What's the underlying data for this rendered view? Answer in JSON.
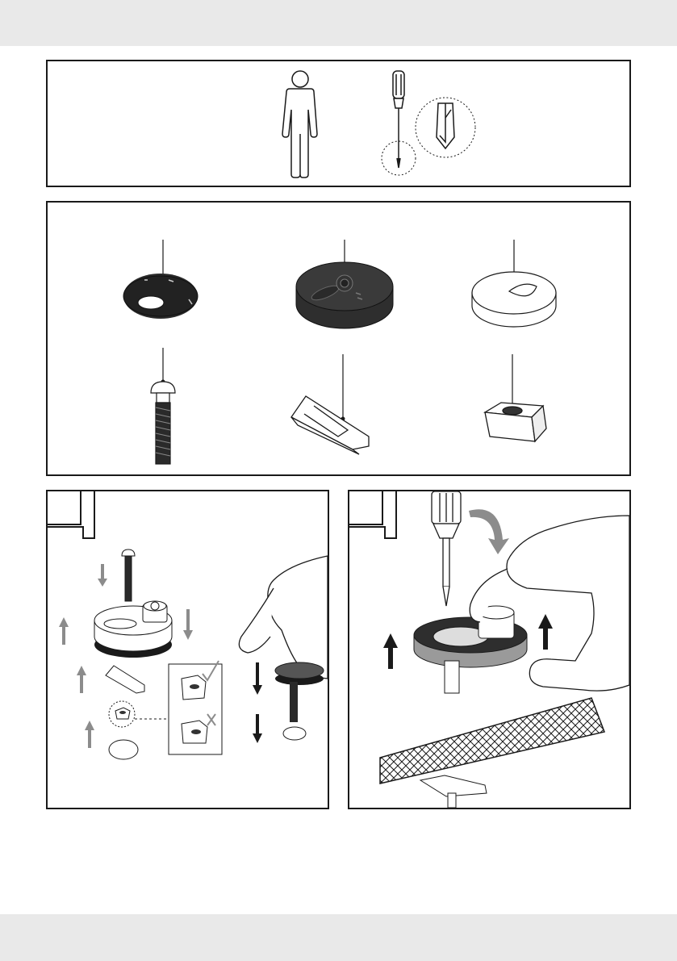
{
  "steps": [
    {
      "id": "step-1",
      "label": ""
    },
    {
      "id": "step-2",
      "label": ""
    }
  ],
  "colors": {
    "outline": "#1a1a1a",
    "arrow": "#8c8c8c",
    "dark_part": "#2a2a2a",
    "band": "#e9e9e9"
  },
  "icons": [
    "person-icon",
    "screwdriver-icon",
    "phillips-bit-detail-icon",
    "cover-plate-part",
    "base-disc-part",
    "cap-part",
    "bolt-part",
    "clip-part",
    "square-nut-part",
    "check-mark-icon",
    "cross-mark-icon",
    "down-arrow-icon",
    "up-arrow-icon",
    "rotate-arrow-icon"
  ]
}
